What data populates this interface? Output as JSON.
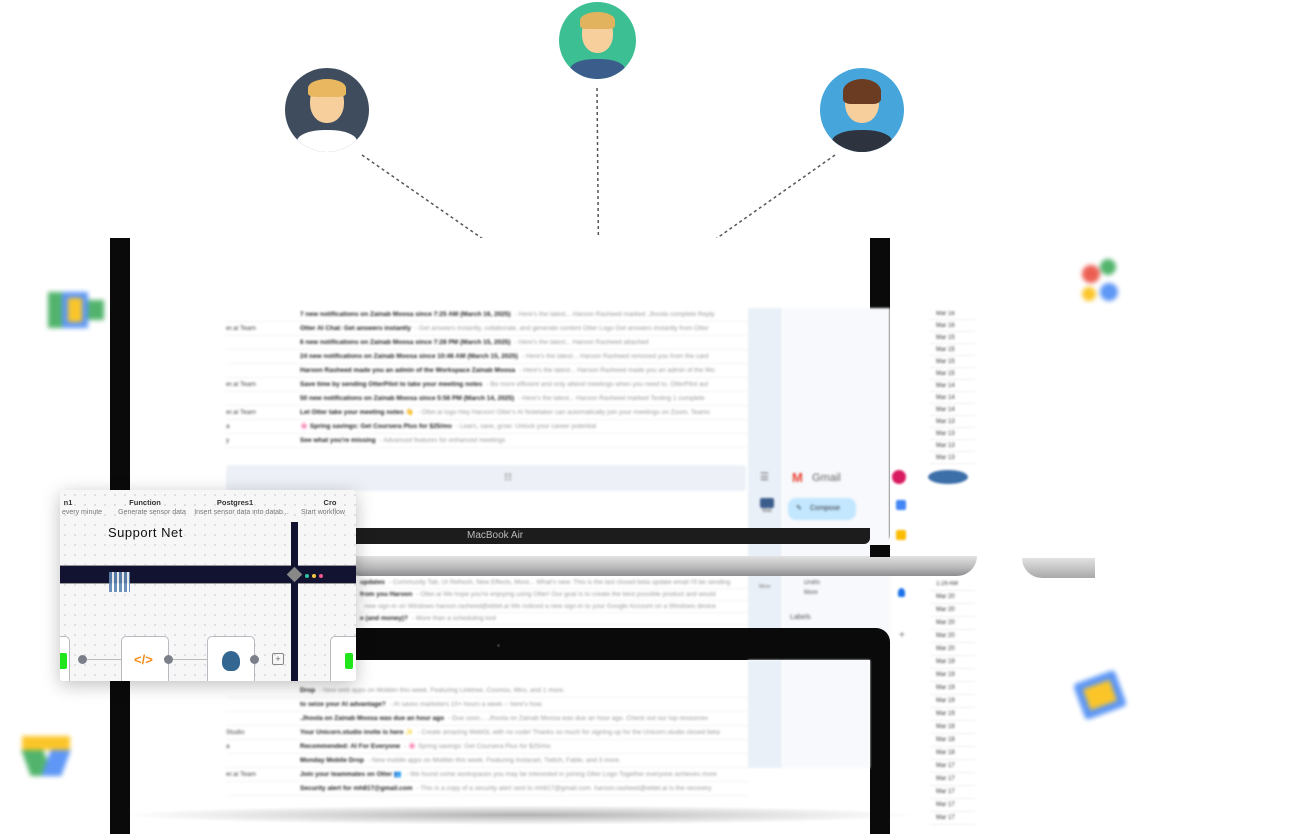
{
  "laptop_top": {
    "label": "MacBook Air",
    "emails": [
      {
        "from": "",
        "subject": "7 new notifications on Zainab Moosa since 7:25 AM (March 16, 2025)",
        "snippet": "- Here's the latest... Haroon Rasheed marked .Jhoola complete Reply"
      },
      {
        "from": "er.ai Team",
        "subject": "Otter AI Chat: Get answers instantly",
        "snippet": "- Get answers instantly, collaborate, and generate content Otter Logo Get answers instantly from Otter"
      },
      {
        "from": "",
        "subject": "6 new notifications on Zainab Moosa since 7:28 PM (March 15, 2025)",
        "snippet": "- Here's the latest... Haroon Rasheed attached"
      },
      {
        "from": "",
        "subject": "24 new notifications on Zainab Moosa since 10:46 AM (March 15, 2025)",
        "snippet": "- Here's the latest... Haroon Rasheed removed you from the card"
      },
      {
        "from": "",
        "subject": "Haroon Rasheed made you an admin of the Workspace Zainab Moosa",
        "snippet": "- Here's the latest... Haroon Rasheed made you an admin of the Wo"
      },
      {
        "from": "er.ai Team",
        "subject": "Save time by sending OtterPilot to take your meeting notes",
        "snippet": "- Be more efficient and only attend meetings when you need to. OtterPilot aut"
      },
      {
        "from": "",
        "subject": "50 new notifications on Zainab Moosa since 5:56 PM (March 14, 2025)",
        "snippet": "- Here's the latest... Haroon Rasheed marked Testing 1 complete"
      },
      {
        "from": "er.ai Team",
        "subject": "Let Otter take your meeting notes 👋",
        "snippet": "- Otter.ai logo Hey Haroon! Otter's AI Notetaker can automatically join your meetings on Zoom, Teams"
      },
      {
        "from": "a",
        "subject": "🌸 Spring savings: Get Coursera Plus for $25/mo",
        "snippet": "- Learn, save, grow: Unlock your career potential"
      },
      {
        "from": "y",
        "subject": "See what you're missing",
        "snippet": "- Advanced features for enhanced meetings"
      }
    ],
    "dates": [
      "Mar 16",
      "Mar 16",
      "Mar 15",
      "Mar 15",
      "Mar 15",
      "Mar 15",
      "Mar 14",
      "Mar 14",
      "Mar 14",
      "Mar 13",
      "Mar 13",
      "Mar 13",
      "Mar 13"
    ],
    "gmail": {
      "logo": "Gmail",
      "compose": "Compose",
      "mail": "Mail"
    }
  },
  "laptop_bottom": {
    "emails_top": [
      {
        "subject": "updates",
        "snippet": "- Community Tab, UI Refresh, New Effects, More... What's new: This is the last closed beta update email I'll be sending"
      },
      {
        "subject": "from you Haroon",
        "snippet": "- Otter.ai We hope you're enjoying using Otter! Our goal is to create the best possible product and would"
      },
      {
        "subject": "",
        "snippet": "new sign-in on Windows haroon.rasheed@ebtel.ai We noticed a new sign-in to your Google Account on a Windows device"
      },
      {
        "subject": "e (and money)?",
        "snippet": "- More than a scheduling tool"
      }
    ],
    "emails": [
      {
        "from": "",
        "subject": "Drop",
        "snippet": "- New web apps on Mobbin this week. Featuring Linktree, Cosmos, Miro, and 1 more."
      },
      {
        "from": "",
        "subject": "to seize your AI advantage?",
        "snippet": "- AI saves marketers 10+ hours a week -- here's how."
      },
      {
        "from": "",
        "subject": ".Jhoola on Zainab Moosa was due an hour ago",
        "snippet": "- Due soon... .Jhoola on Zainab Moosa was due an hour ago. Check out our top resources"
      },
      {
        "from": "Studio",
        "subject": "Your Unicorn.studio invite is here ✨",
        "snippet": "- Create amazing WebGL with no code! Thanks so much for signing up for the Unicorn.studio closed beta"
      },
      {
        "from": "a",
        "subject": "Recommended: AI For Everyone",
        "snippet": "- 🌸 Spring savings: Get Coursera Plus for $25/mo"
      },
      {
        "from": "",
        "subject": "Monday Mobile Drop",
        "snippet": "- New mobile apps on Mobbin this week. Featuring Instacart, Twitch, Fable, and 3 more."
      },
      {
        "from": "er.ai Team",
        "subject": "Join your teammates on Otter 👥",
        "snippet": "- We found some workspaces you may be interested in joining Otter Logo Together everyone achieves more"
      },
      {
        "from": "",
        "subject": "Security alert for mh817@gmail.com",
        "snippet": "- This is a copy of a security alert sent to mh817@gmail.com. haroon.rasheed@ebtel.ai is the recovery"
      }
    ],
    "sidebar": [
      "Drafts",
      "More",
      "Labels"
    ],
    "more_label": "More",
    "dates": [
      "1:29 AM",
      "Mar 20",
      "Mar 20",
      "Mar 20",
      "Mar 20",
      "Mar 20",
      "Mar 19",
      "Mar 19",
      "Mar 19",
      "Mar 19",
      "Mar 19",
      "Mar 18",
      "Mar 18",
      "Mar 18",
      "Mar 17",
      "Mar 17",
      "Mar 17",
      "Mar 17",
      "Mar 17"
    ]
  },
  "workflow_card": {
    "title": "Support Net",
    "nodes": [
      {
        "label": "n1",
        "sub": "every minute"
      },
      {
        "label": "Function",
        "sub": "Generate sensor data"
      },
      {
        "label": "Postgres1",
        "sub": "Insert sensor data into datab..."
      },
      {
        "label": "Cro",
        "sub": "Start workflow"
      }
    ],
    "code_icon": "</>"
  },
  "colors": {
    "avatar_left": "#3e4c5d",
    "avatar_center": "#3cbf93",
    "avatar_right": "#46a6dc",
    "dark_bar": "#111330"
  }
}
